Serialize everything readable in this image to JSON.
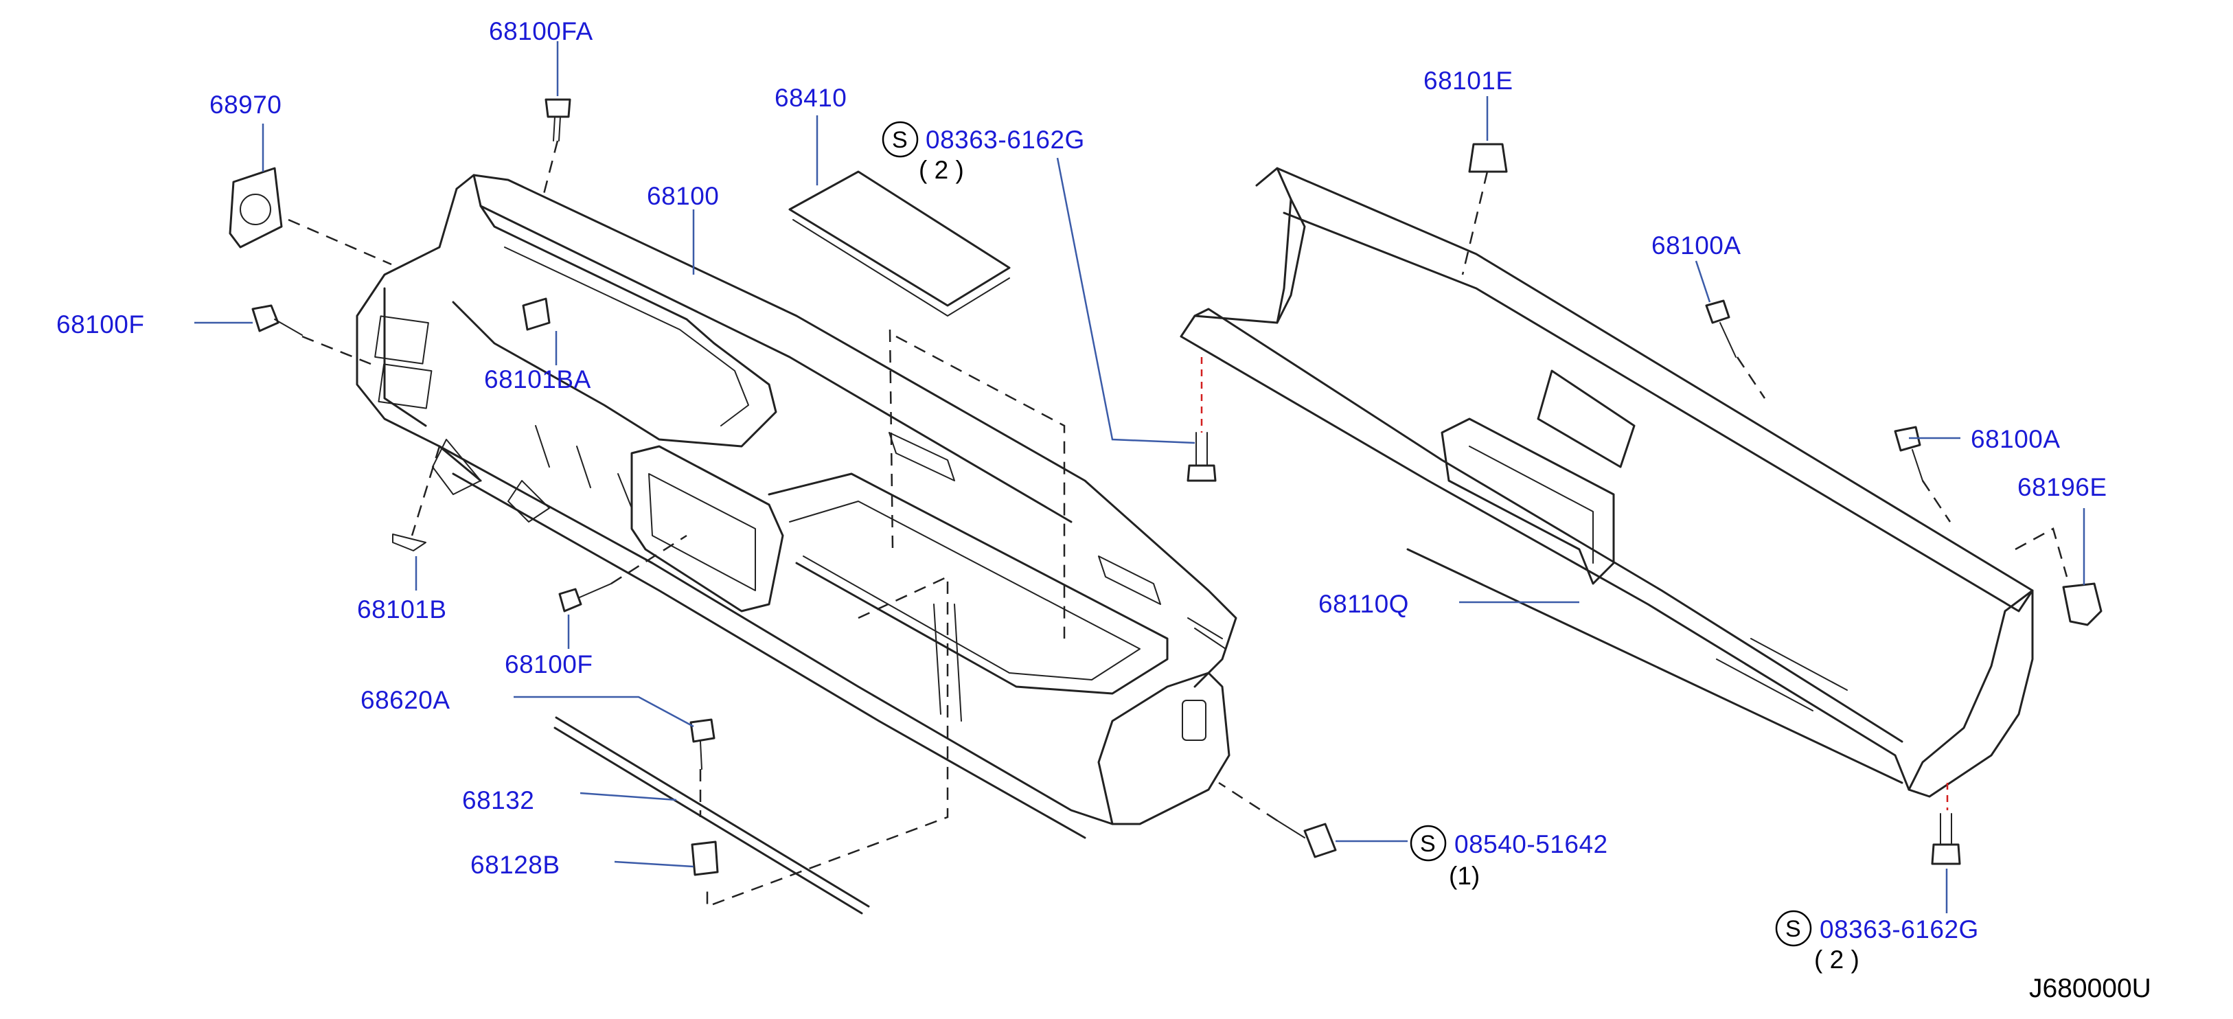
{
  "colors": {
    "label": "#1a1ad6",
    "leader": "#3b5ba8",
    "line": "#222222",
    "red_guide": "#d21e1e"
  },
  "labels": {
    "p68100FA": "68100FA",
    "p68970": "68970",
    "p68410": "68410",
    "p68100": "68100",
    "p68100F_left": "68100F",
    "p68101BA": "68101BA",
    "p68101B": "68101B",
    "p68100F_bottom": "68100F",
    "p68620A": "68620A",
    "p68132": "68132",
    "p68128B": "68128B",
    "p08363_top": "08363-6162G",
    "p08363_top_qty": "( 2 )",
    "p68101E": "68101E",
    "p68100A_top": "68100A",
    "p68100A_right": "68100A",
    "p68196E": "68196E",
    "p68110Q": "68110Q",
    "p08540": "08540-51642",
    "p08540_qty": "(1)",
    "p08363_bottom": "08363-6162G",
    "p08363_bottom_qty": "( 2 )",
    "s_symbol": "S",
    "diagram_code": "J680000U"
  }
}
